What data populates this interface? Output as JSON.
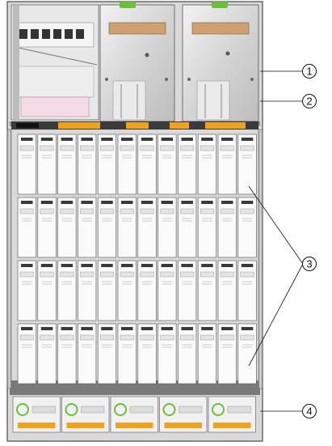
{
  "callouts": [
    {
      "number": "1",
      "target": "power-supply"
    },
    {
      "number": "2",
      "target": "fan-tray-rail"
    },
    {
      "number": "3",
      "target": "drive-bays"
    },
    {
      "number": "4",
      "target": "rear-fan-modules"
    }
  ],
  "drive_grid": {
    "rows": 4,
    "columns": 12
  },
  "fan_module_count": 5,
  "drive_label_text": "■■ ■■",
  "colors": {
    "chassis_gray": "#c8c8c8",
    "chassis_dark": "#2b2b2b",
    "accent_orange": "#f0a21f",
    "accent_green": "#6bbf3a",
    "drive_white": "#fafafa"
  }
}
